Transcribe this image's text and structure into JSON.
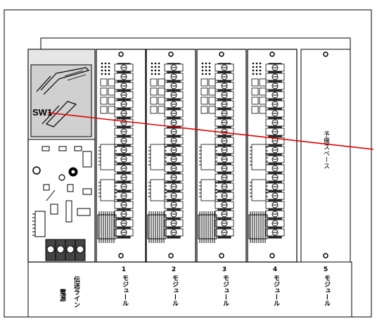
{
  "switch_label": "SW1",
  "spare_space_label": "予備スペース",
  "bottom_labels": [
    {
      "number": "",
      "text": "電源"
    },
    {
      "number": "",
      "text": "伝送ライン"
    },
    {
      "number": "1",
      "text": "モジュール"
    },
    {
      "number": "2",
      "text": "モジュール"
    },
    {
      "number": "3",
      "text": "モジュール"
    },
    {
      "number": "4",
      "text": "モジュール"
    },
    {
      "number": "5",
      "text": "モジュール"
    }
  ],
  "colors": {
    "pointer_line": "#e00000",
    "panel_fill": "#d9d9d9",
    "line": "#000000"
  }
}
